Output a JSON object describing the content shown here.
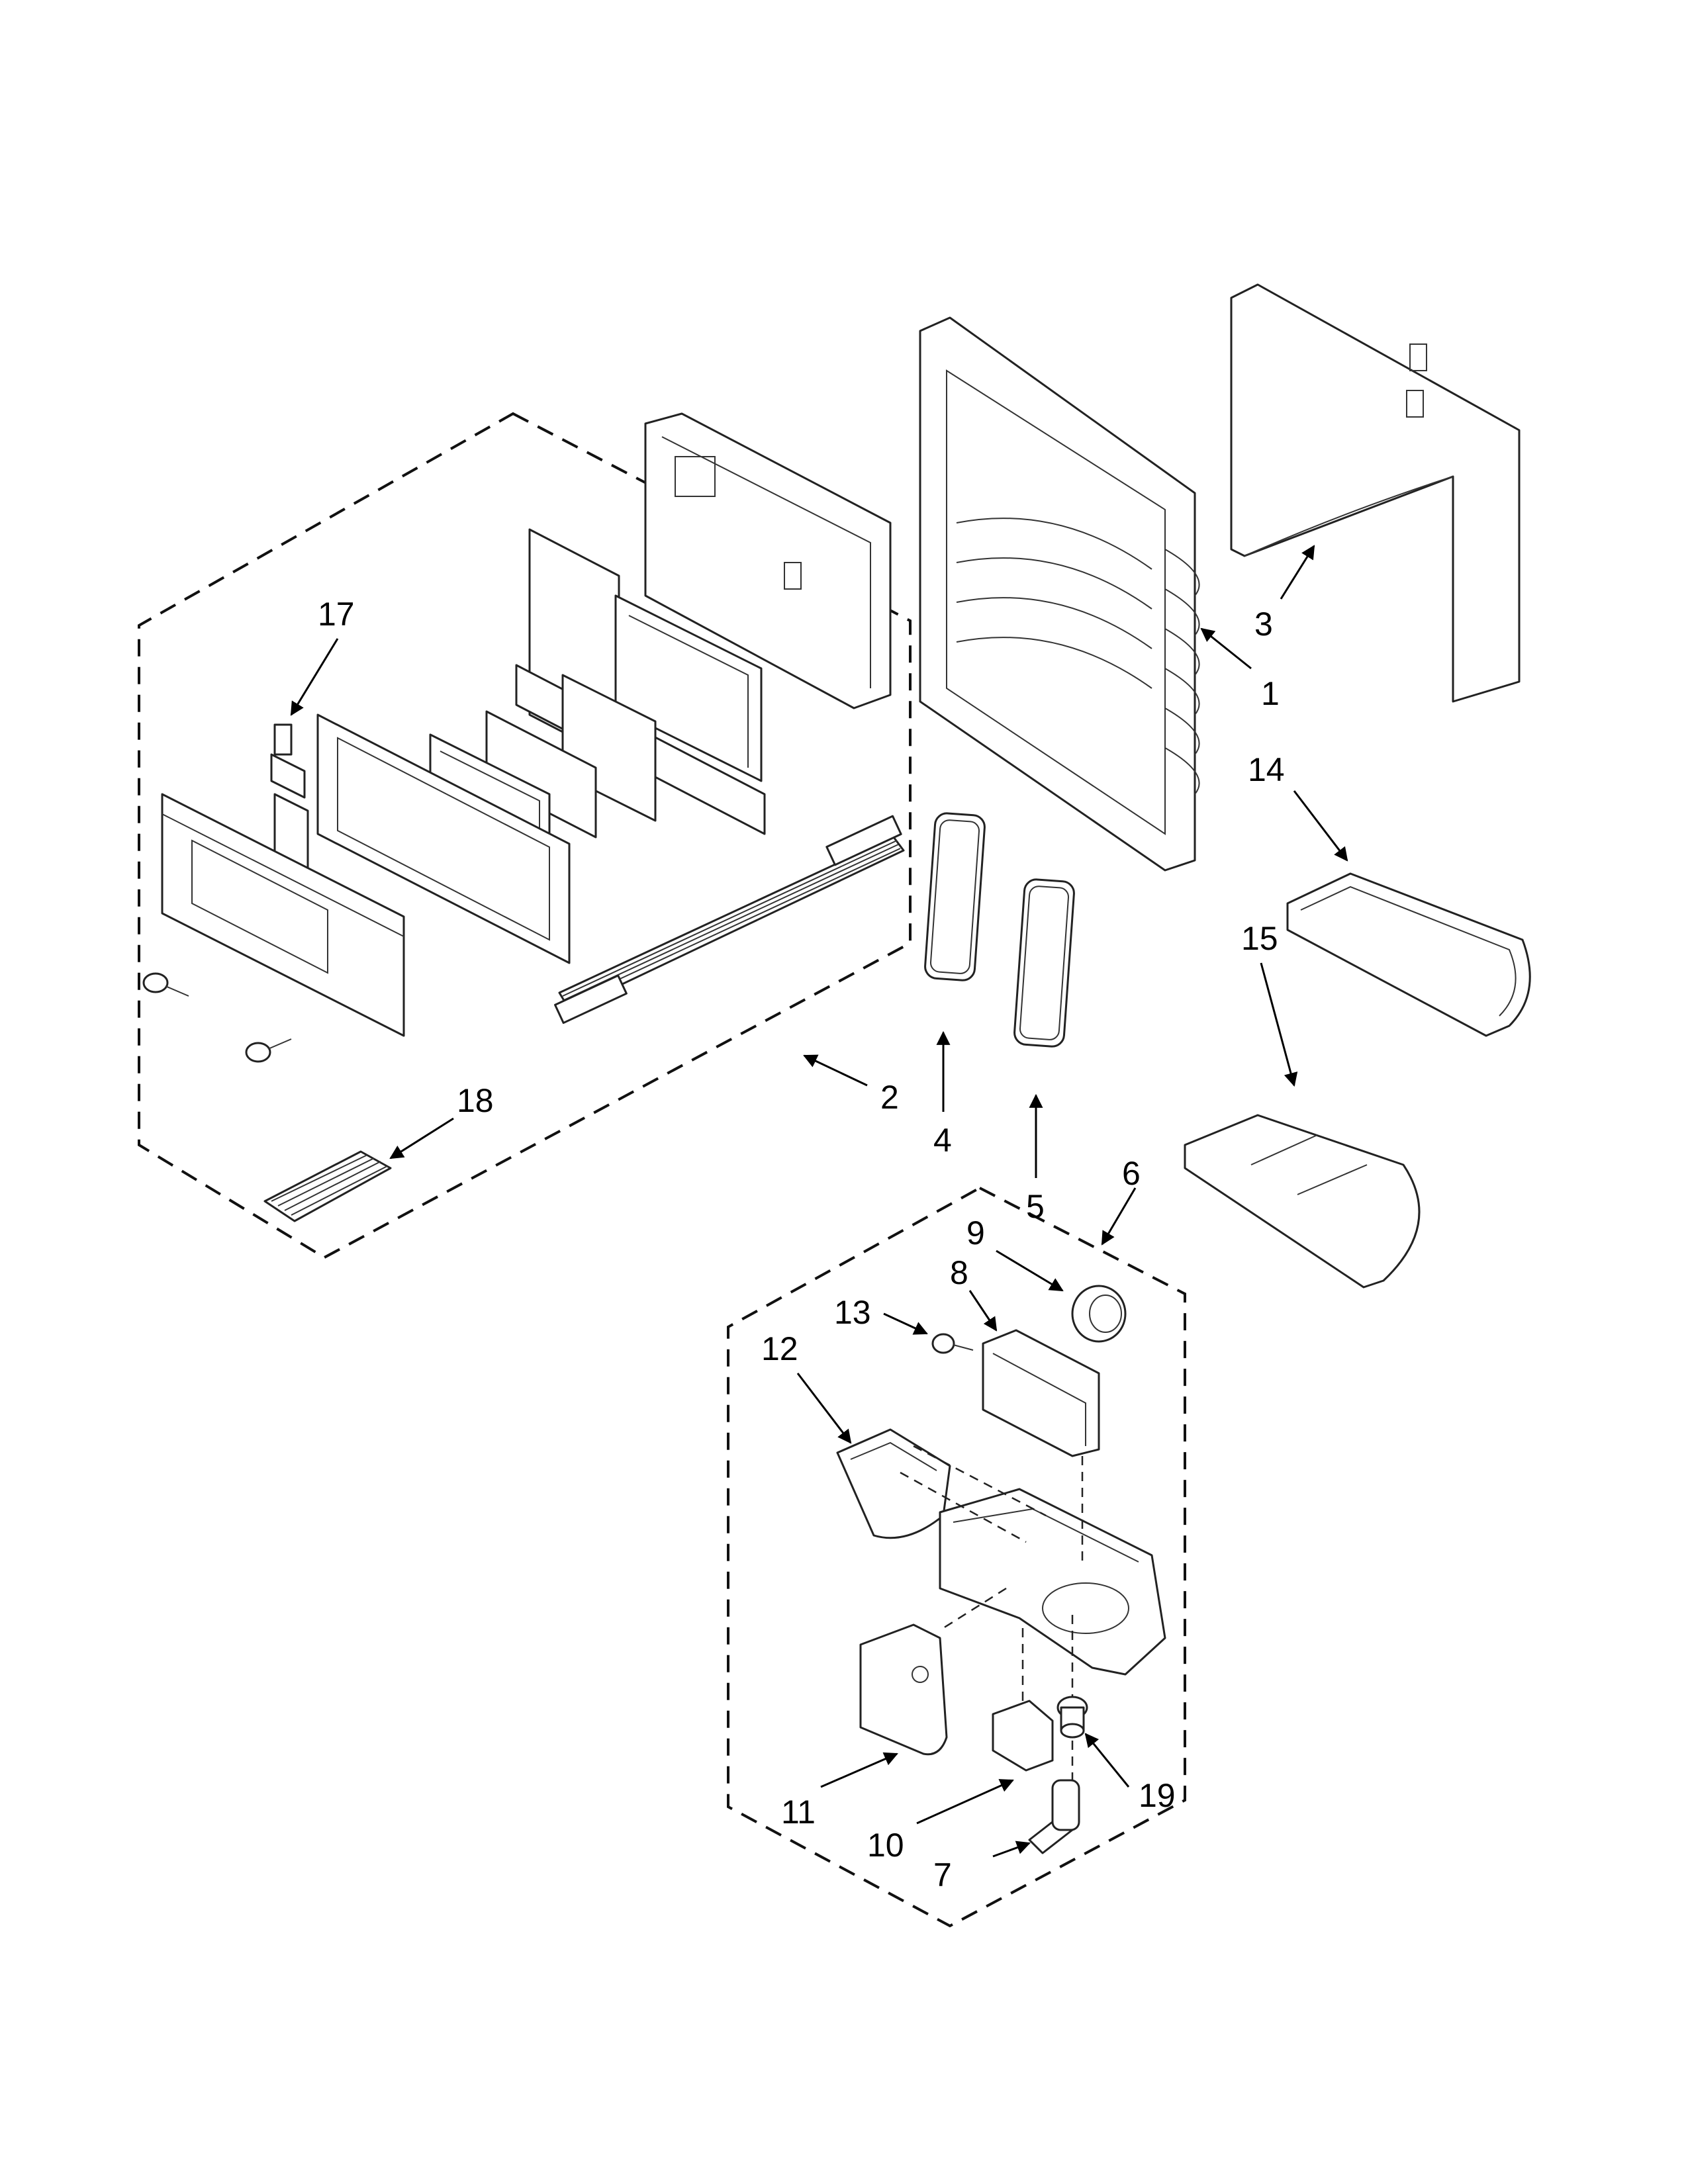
{
  "callouts": {
    "c1": "1",
    "c2": "2",
    "c3": "3",
    "c4": "4",
    "c5": "5",
    "c6": "6",
    "c7": "7",
    "c8": "8",
    "c9": "9",
    "c10": "10",
    "c11": "11",
    "c12": "12",
    "c13": "13",
    "c14": "14",
    "c15": "15",
    "c17": "17",
    "c18": "18",
    "c19": "19"
  }
}
